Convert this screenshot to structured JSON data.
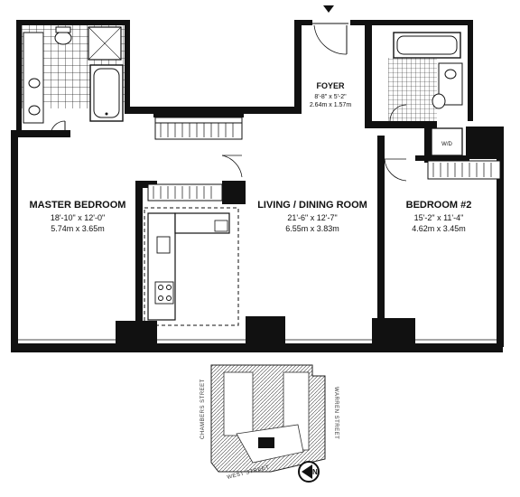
{
  "rooms": {
    "master": {
      "name": "MASTER BEDROOM",
      "dim_ft": "18'-10\" x 12'-0\"",
      "dim_m": "5.74m x 3.65m"
    },
    "living": {
      "name": "LIVING / DINING ROOM",
      "dim_ft": "21'-6\" x 12'-7\"",
      "dim_m": "6.55m x 3.83m"
    },
    "bedroom2": {
      "name": "BEDROOM #2",
      "dim_ft": "15'-2\" x 11'-4\"",
      "dim_m": "4.62m x 3.45m"
    },
    "foyer": {
      "name": "FOYER",
      "dim_ft": "8'-8\" x 5'-2\"",
      "dim_m": "2.64m x 1.57m"
    }
  },
  "appliances": {
    "washer_dryer": "W/D"
  },
  "keyplan": {
    "streets": {
      "chambers": "CHAMBERS STREET",
      "warren": "WARREN STREET",
      "west": "WEST STREET"
    },
    "north": "N"
  },
  "icons": {
    "entry": "entry-arrow-icon",
    "north": "north-arrow-icon"
  }
}
